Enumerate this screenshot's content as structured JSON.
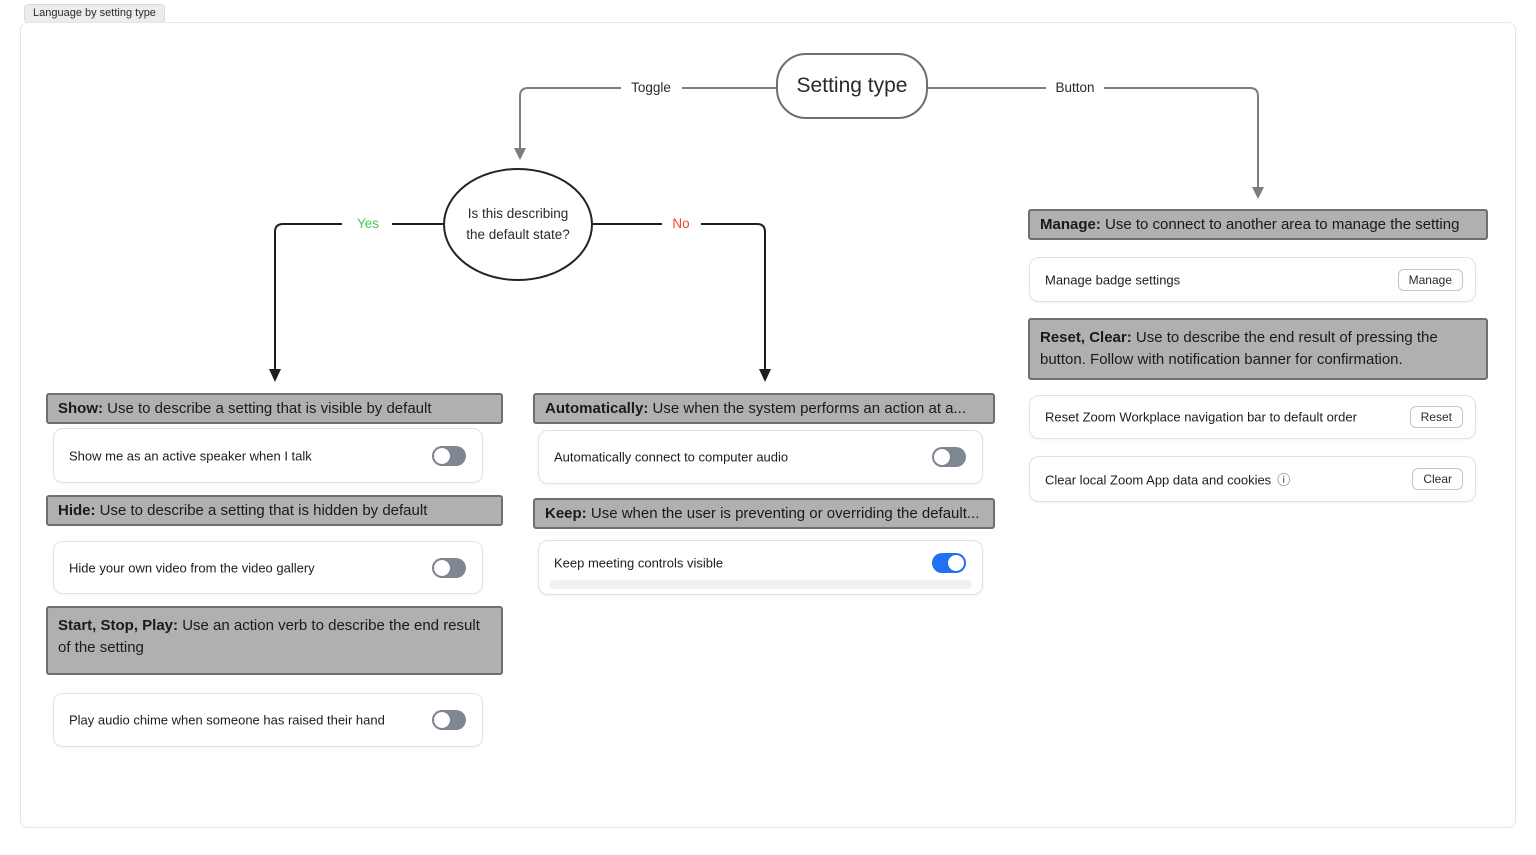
{
  "badge": {
    "label": "Language by setting type"
  },
  "diagram": {
    "root_label": "Setting type",
    "branch_toggle": "Toggle",
    "branch_button": "Button",
    "decision_question": "Is this describing the default state?",
    "answer_yes": "Yes",
    "answer_no": "No"
  },
  "toggle_yes": {
    "sections": [
      {
        "header_bold": "Show:",
        "header_text": " Use to describe a setting that is visible by default",
        "item_label": "Show me as an active speaker when I talk",
        "item_state": "off"
      },
      {
        "header_bold": "Hide:",
        "header_text": " Use to describe a setting that is hidden by default",
        "item_label": "Hide your own video from the video gallery",
        "item_state": "off"
      },
      {
        "header_bold": "Start, Stop, Play:",
        "header_text": " Use an action verb to describe the end result of the setting",
        "item_label": "Play audio chime when someone has raised their hand",
        "item_state": "off"
      }
    ]
  },
  "toggle_no": {
    "sections": [
      {
        "header_bold": "Automatically:",
        "header_text": " Use when the system performs an action at a...",
        "item_label": "Automatically connect to computer audio",
        "item_state": "off"
      },
      {
        "header_bold": "Keep:",
        "header_text": " Use when the user is preventing or overriding the default...",
        "item_label": "Keep meeting controls visible",
        "item_state": "on"
      }
    ]
  },
  "button_col": {
    "sections": [
      {
        "header_bold": "Manage:",
        "header_text": " Use to connect to another area to manage the setting",
        "items": [
          {
            "label": "Manage badge settings",
            "button": "Manage"
          }
        ]
      },
      {
        "header_bold": "Reset, Clear:",
        "header_text": " Use to describe the end result of pressing the button. Follow with notification banner for confirmation.",
        "items": [
          {
            "label": "Reset Zoom Workplace navigation bar to default order",
            "button": "Reset"
          },
          {
            "label": "Clear local Zoom App data and cookies",
            "button": "Clear",
            "info": "ⓘ"
          }
        ]
      }
    ]
  },
  "icons": {
    "info": "ⓘ"
  },
  "colors": {
    "yes_green": "#4cc35a",
    "no_red": "#f4432e",
    "toggle_on_blue": "#2270f3",
    "toggle_off_gray": "#7f8793",
    "header_gray": "#b0b0b0",
    "connector_gray": "#7d7d7d",
    "connector_dark": "#1e1e1e"
  }
}
